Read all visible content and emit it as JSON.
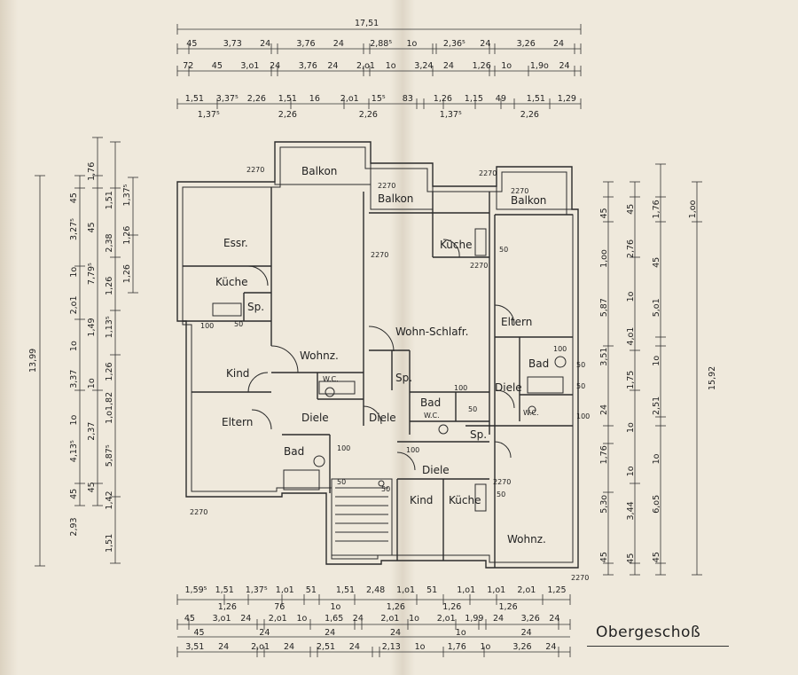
{
  "plan_title": "Obergeschoß",
  "rooms": {
    "balkon_top": "Balkon",
    "balkon_mid": "Balkon",
    "balkon_right": "Balkon",
    "essr": "Essr.",
    "kueche_left": "Küche",
    "sp_left": "Sp.",
    "wohnz_left": "Wohnz.",
    "kind_left": "Kind",
    "wc_left": "W.C.",
    "eltern_left": "Eltern",
    "diele_left": "Diele",
    "bad_left": "Bad",
    "kueche_mid": "Küche",
    "wohn_schlafr": "Wohn-Schlafr.",
    "sp_mid": "Sp.",
    "diele_mid": "Diele",
    "bad_wc_mid_bad": "Bad",
    "bad_wc_mid_wc": "W.C.",
    "sp_mid2": "Sp.",
    "diele_mid2": "Diele",
    "kind_mid": "Kind",
    "kueche_mid2": "Küche",
    "eltern_right": "Eltern",
    "bad_right": "Bad",
    "diele_right": "Diele",
    "wc_right": "W.C.",
    "wohnz_right": "Wohnz."
  },
  "annotations": {
    "h2270_a": "2270",
    "h2270_b": "2270",
    "h2270_c": "2270",
    "h2270_d": "2270",
    "h2270_e": "2270",
    "h2270_f": "2270",
    "h2270_g": "2270",
    "h2270_h": "2270",
    "h2270_i": "2270",
    "n100_a": "100",
    "n100_b": "100",
    "n100_c": "100",
    "n100_d": "100",
    "n100_e": "100",
    "n100_f": "100",
    "n50_a": "50",
    "n50_b": "50",
    "n50_c": "50",
    "n50_d": "50",
    "n50_e": "50",
    "n50_f": "50",
    "n50_g": "50",
    "n50_h": "50"
  },
  "dims_top": {
    "overall": "17,51",
    "row1": [
      "45",
      "3,73",
      "24",
      "3,76",
      "24",
      "2,88⁵",
      "1o",
      "2,36⁵",
      "24",
      "3,26",
      "24"
    ],
    "row2": [
      "72",
      "45",
      "3,o1",
      "24",
      "3,76",
      "24",
      "2,o1",
      "1o",
      "3,24",
      "24",
      "1,26",
      "1o",
      "1,9o",
      "24"
    ],
    "row3_upper": [
      "1,51",
      "3,37⁵",
      "2,26",
      "1,51",
      "16",
      "2,o1",
      "15⁵",
      "83",
      "1,26",
      "1,15",
      "49",
      "1,51",
      "1,29"
    ],
    "row3_lower": [
      "1,37⁵",
      "2,26",
      "2,26",
      "1,37⁵",
      "2,26"
    ]
  },
  "dims_bottom": {
    "row1_upper": [
      "1,59⁵",
      "1,51",
      "1,37⁵",
      "1,o1",
      "51",
      "1,51",
      "2,48",
      "1,o1",
      "51",
      "1,o1",
      "1,o1",
      "2,o1",
      "1,25"
    ],
    "row1_lower": [
      "1,26",
      "76",
      "1o",
      "1,26",
      "1,26",
      "1,26"
    ],
    "row2": [
      "45",
      "3,o1",
      "24",
      "2,o1",
      "1o",
      "1,65",
      "24",
      "2,o1",
      "1o",
      "2,o1",
      "1,99",
      "24",
      "3,26",
      "24"
    ],
    "row3": [
      "45",
      "24",
      "24",
      "24",
      "1o",
      "24"
    ],
    "row4": [
      "3,51",
      "24",
      "2,o1",
      "24",
      "2,51",
      "24",
      "2,13",
      "1o",
      "1,76",
      "1o",
      "3,26",
      "24"
    ]
  },
  "dims_left": {
    "overall": "13,99",
    "col2": [
      "45",
      "3,27⁵",
      "1o",
      "2,o1",
      "1o",
      "3,37",
      "1o",
      "4,13⁵",
      "45",
      "2,93"
    ],
    "col3": [
      "1,76",
      "45",
      "7,79⁵",
      "1,49",
      "1o",
      "2,37",
      "45"
    ],
    "col4": [
      "1,51",
      "2,38",
      "1,26",
      "1,13⁵",
      "1,26",
      "1,o1,82",
      "5,87⁵",
      "1,42",
      "1,51"
    ],
    "col5": [
      "1,37⁵",
      "1,26",
      "1,26"
    ]
  },
  "dims_right": {
    "overall": "15,92",
    "col1": [
      "45",
      "1,oo",
      "5,87",
      "3,51",
      "24",
      "1,76",
      "5,3o",
      "45"
    ],
    "col2": [
      "45",
      "2,76",
      "1o",
      "4,o1",
      "1,75",
      "1o",
      "1o",
      "3,44",
      "45"
    ],
    "col3": [
      "1,76",
      "45",
      "5,o1",
      "1o",
      "2,51",
      "1o",
      "6,o5",
      "45"
    ],
    "col4": [
      "1,oo"
    ]
  }
}
